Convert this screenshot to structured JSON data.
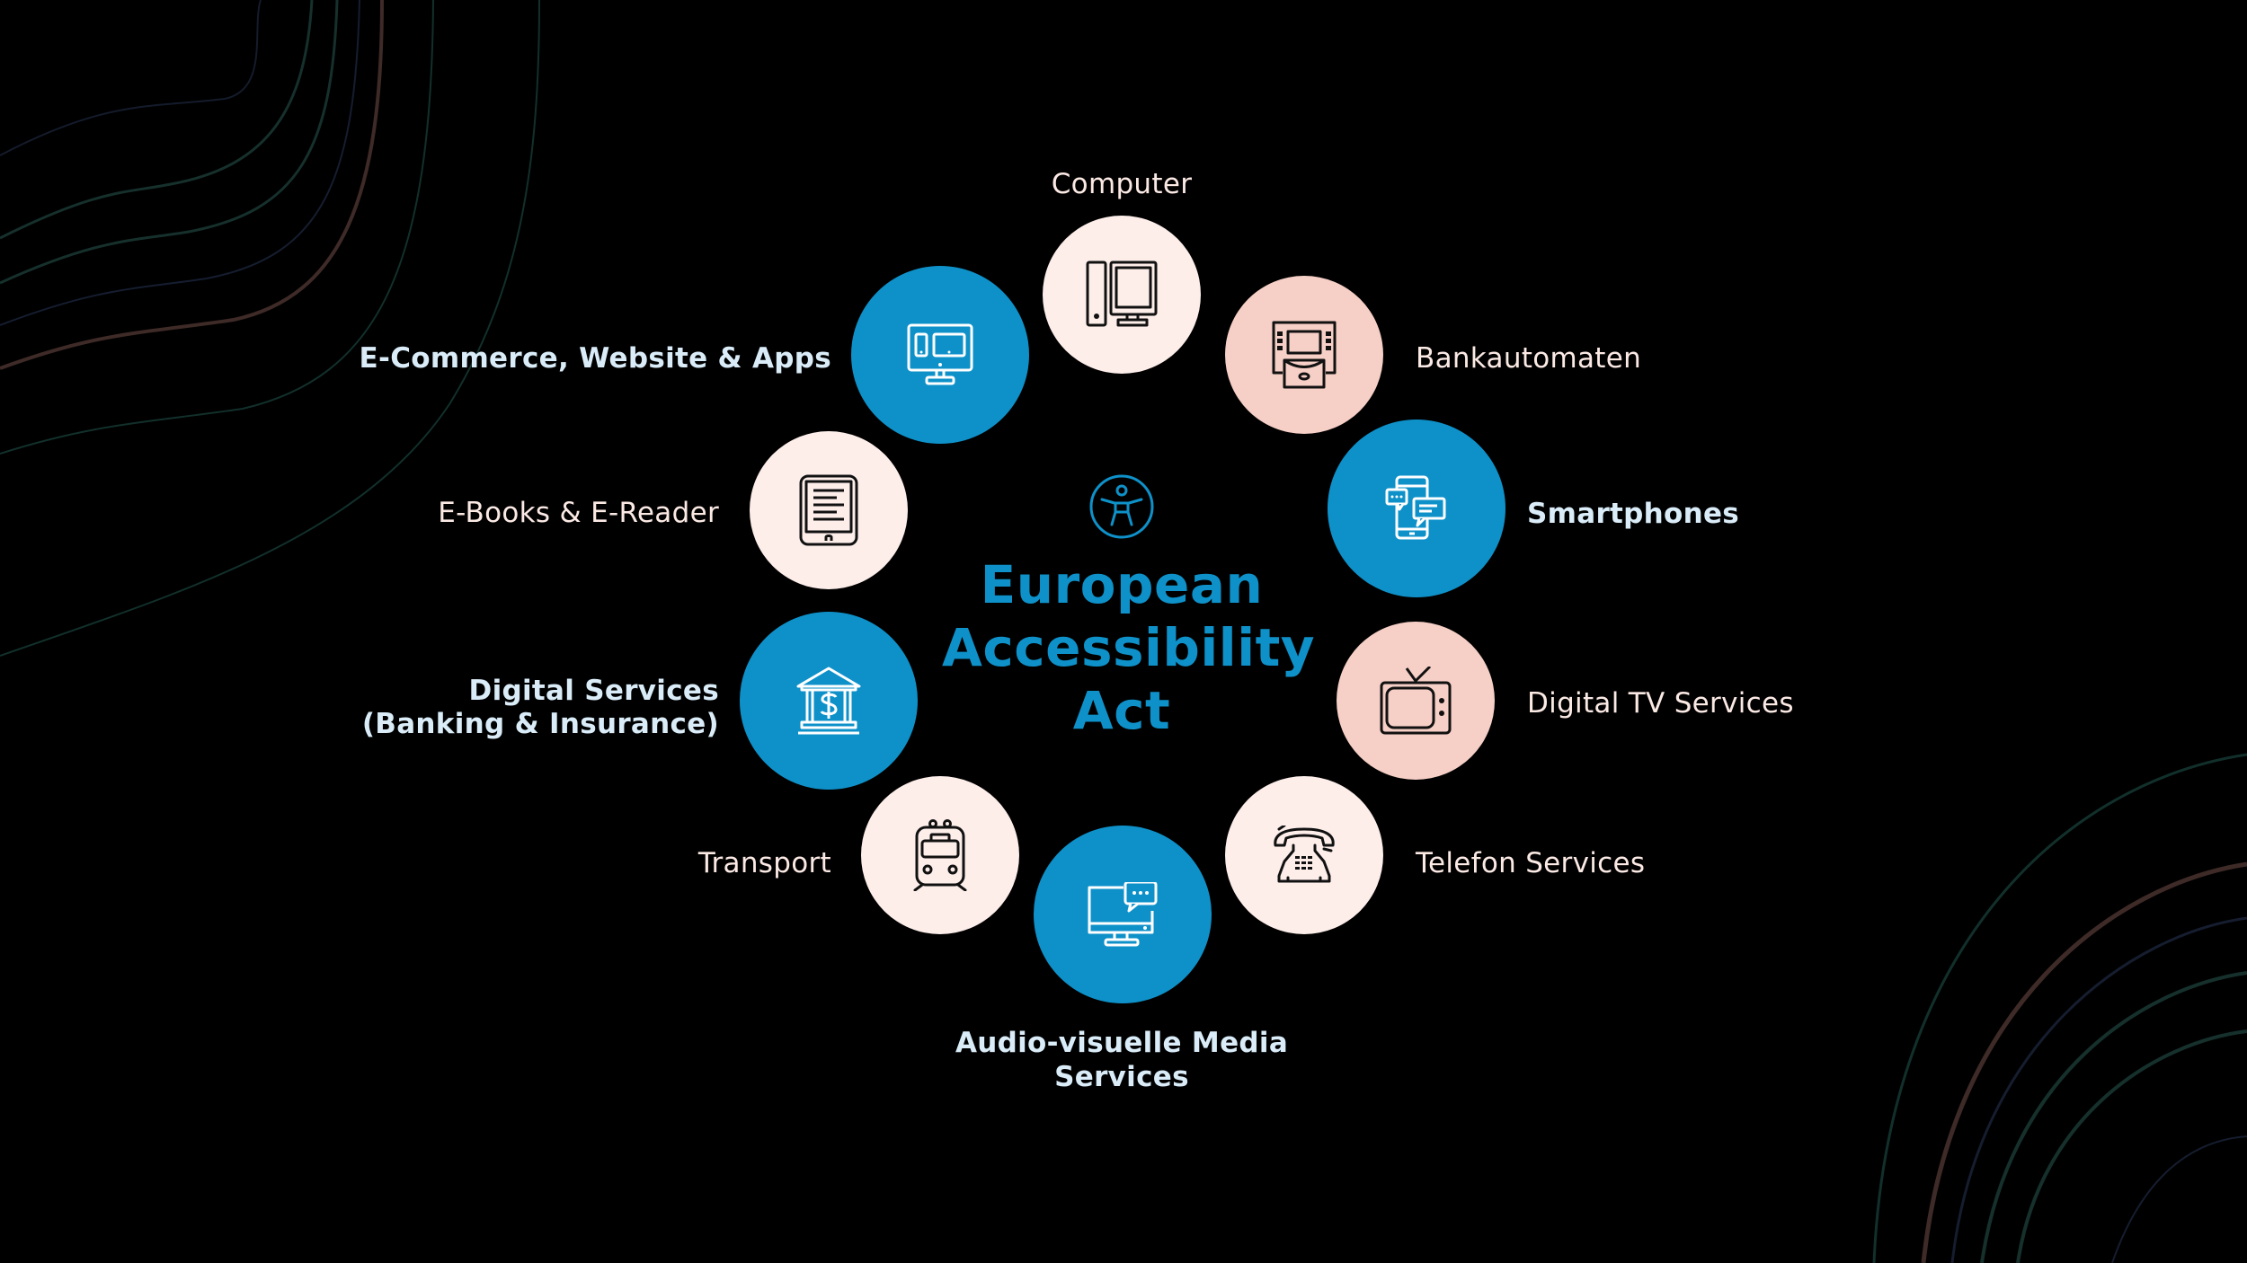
{
  "title": {
    "lines": [
      "European",
      "Accessibility",
      "Act"
    ],
    "icon": "accessibility-icon",
    "color": "#0e91c9"
  },
  "colors": {
    "background": "#000000",
    "blue_circle": "#0e91c9",
    "light_circle": "#fdeeea",
    "pink_circle": "#f6cfc6",
    "label_plain": "#fbe9e4",
    "label_bold": "#d9ecf8"
  },
  "nodes": [
    {
      "id": "computer",
      "label": "Computer",
      "icon": "desktop-computer-icon",
      "style": "light"
    },
    {
      "id": "bankautomaten",
      "label": "Bankautomaten",
      "icon": "atm-icon",
      "style": "pink"
    },
    {
      "id": "smartphones",
      "label": "Smartphones",
      "icon": "smartphone-chat-icon",
      "style": "blue"
    },
    {
      "id": "digital-tv",
      "label": "Digital TV Services",
      "icon": "television-icon",
      "style": "pink"
    },
    {
      "id": "telefon",
      "label": "Telefon Services",
      "icon": "telephone-icon",
      "style": "light"
    },
    {
      "id": "audio-visual",
      "label_line1": "Audio-visuelle Media",
      "label_line2": "Services",
      "icon": "monitor-chat-icon",
      "style": "blue"
    },
    {
      "id": "transport",
      "label": "Transport",
      "icon": "train-icon",
      "style": "light"
    },
    {
      "id": "digital-services",
      "label_line1": "Digital Services",
      "label_line2": "(Banking &  Insurance)",
      "icon": "bank-dollar-icon",
      "style": "blue"
    },
    {
      "id": "ebooks",
      "label": "E-Books & E-Reader",
      "icon": "ereader-icon",
      "style": "light"
    },
    {
      "id": "ecommerce",
      "label": "E-Commerce, Website & Apps",
      "icon": "responsive-devices-icon",
      "style": "blue"
    }
  ]
}
